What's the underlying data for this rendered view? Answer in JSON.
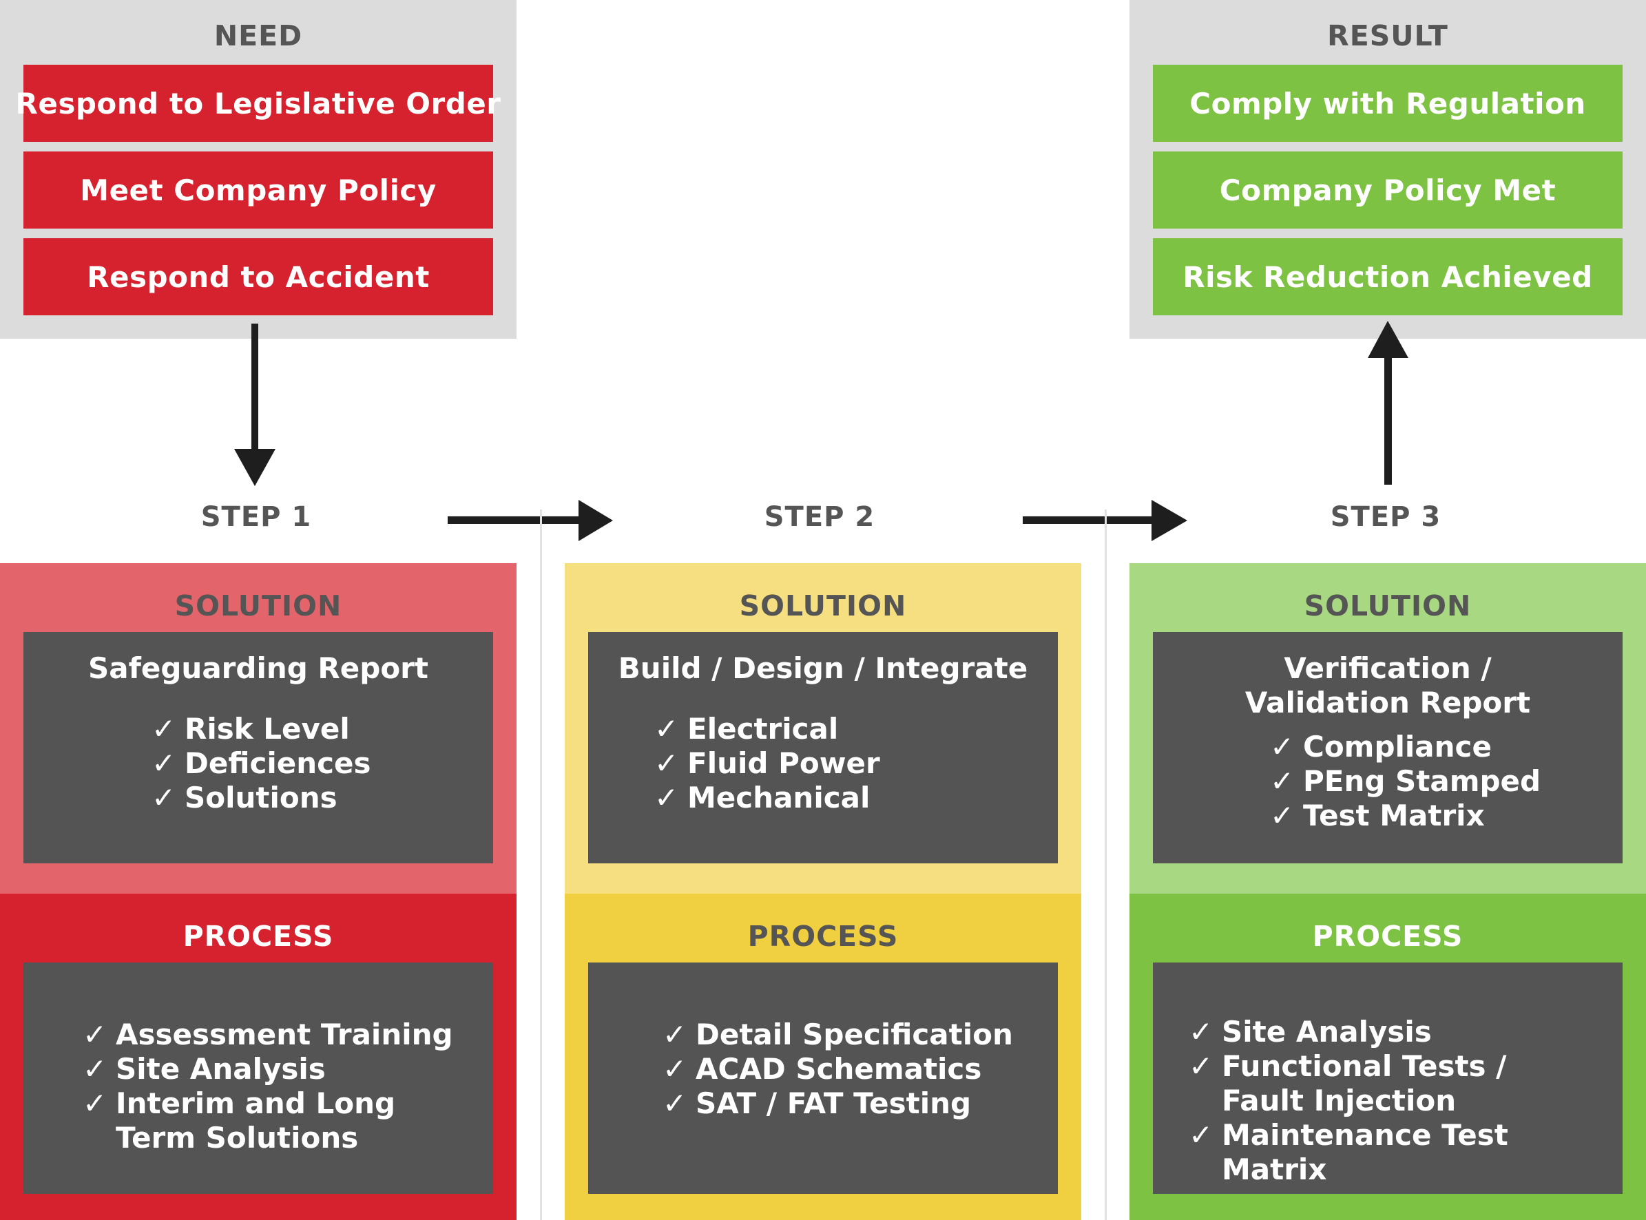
{
  "colors": {
    "red": "#d6212e",
    "light_red": "#e3656b",
    "yellow": "#f0d040",
    "light_yellow": "#f5df80",
    "green": "#7dc242",
    "light_green": "#a8d882",
    "dark_box": "#545454",
    "gray_panel": "#dcdcdc"
  },
  "need": {
    "title": "NEED",
    "items": [
      "Respond to Legislative Order",
      "Meet Company Policy",
      "Respond to Accident"
    ]
  },
  "result": {
    "title": "RESULT",
    "items": [
      "Comply with Regulation",
      "Company Policy Met",
      "Risk Reduction Achieved"
    ]
  },
  "check_mark": "✓",
  "steps": [
    {
      "label": "STEP 1",
      "solution": {
        "header": "SOLUTION",
        "title": "Safeguarding Report",
        "items": [
          "Risk Level",
          "Deficiences",
          "Solutions"
        ]
      },
      "process": {
        "header": "PROCESS",
        "items": [
          "Assessment Training",
          "Site Analysis",
          "Interim and Long Term Solutions"
        ]
      }
    },
    {
      "label": "STEP 2",
      "solution": {
        "header": "SOLUTION",
        "title": "Build / Design / Integrate",
        "items": [
          "Electrical",
          "Fluid Power",
          "Mechanical"
        ]
      },
      "process": {
        "header": "PROCESS",
        "items": [
          "Detail Specification",
          "ACAD Schematics",
          "SAT / FAT Testing"
        ]
      }
    },
    {
      "label": "STEP 3",
      "solution": {
        "header": "SOLUTION",
        "title": "Verification / Validation Report",
        "items": [
          "Compliance",
          "PEng Stamped",
          "Test Matrix"
        ]
      },
      "process": {
        "header": "PROCESS",
        "items": [
          "Site Analysis",
          "Functional Tests / Fault Injection",
          "Maintenance Test Matrix"
        ]
      }
    }
  ]
}
